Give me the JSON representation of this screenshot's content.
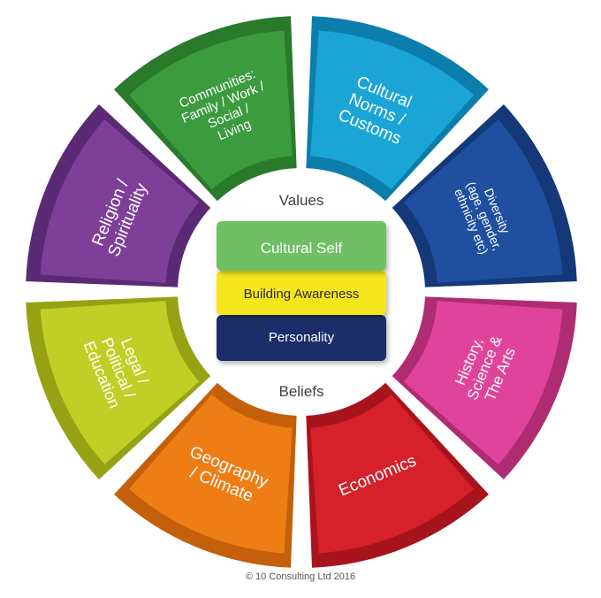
{
  "segments": [
    {
      "lines": [
        "Cultural",
        "Norms /",
        "Customs"
      ],
      "color": "#1ba5d6",
      "dark": "#0c7eac",
      "text_size": 19
    },
    {
      "lines": [
        "Diversity",
        "(age, gender,",
        "ethnicity etc)"
      ],
      "color": "#1f4f9e",
      "dark": "#143878",
      "text_size": 14
    },
    {
      "lines": [
        "History,",
        "Science &",
        "The Arts"
      ],
      "color": "#e0449a",
      "dark": "#b02c72",
      "text_size": 17
    },
    {
      "lines": [
        "Economics"
      ],
      "color": "#d6202a",
      "dark": "#a8141c",
      "text_size": 19
    },
    {
      "lines": [
        "Geography",
        "/ Climate"
      ],
      "color": "#ee7d16",
      "dark": "#c4600a",
      "text_size": 19
    },
    {
      "lines": [
        "Legal /",
        "Political /",
        "Education"
      ],
      "color": "#c0cf26",
      "dark": "#96a214",
      "text_size": 18
    },
    {
      "lines": [
        "Religion /",
        "Spirituality"
      ],
      "color": "#7e3f98",
      "dark": "#5c2a74",
      "text_size": 19
    },
    {
      "lines": [
        "Communities:",
        "Family / Work /",
        "Social /",
        "Living"
      ],
      "color": "#3b9b3e",
      "dark": "#2a7a2c",
      "text_size": 15
    }
  ],
  "center": {
    "top_word": "Values",
    "bottom_word": "Beliefs",
    "stack": [
      {
        "label": "Cultural Self",
        "color": "#6fbf65",
        "text_color": "#ffffff"
      },
      {
        "label": "Building Awareness",
        "color": "#f5e61c",
        "text_color": "#2b2b2b"
      },
      {
        "label": "Personality",
        "color": "#1c2f6b",
        "text_color": "#ffffff"
      }
    ]
  },
  "copyright": "© 10 Consulting Ltd 2016"
}
